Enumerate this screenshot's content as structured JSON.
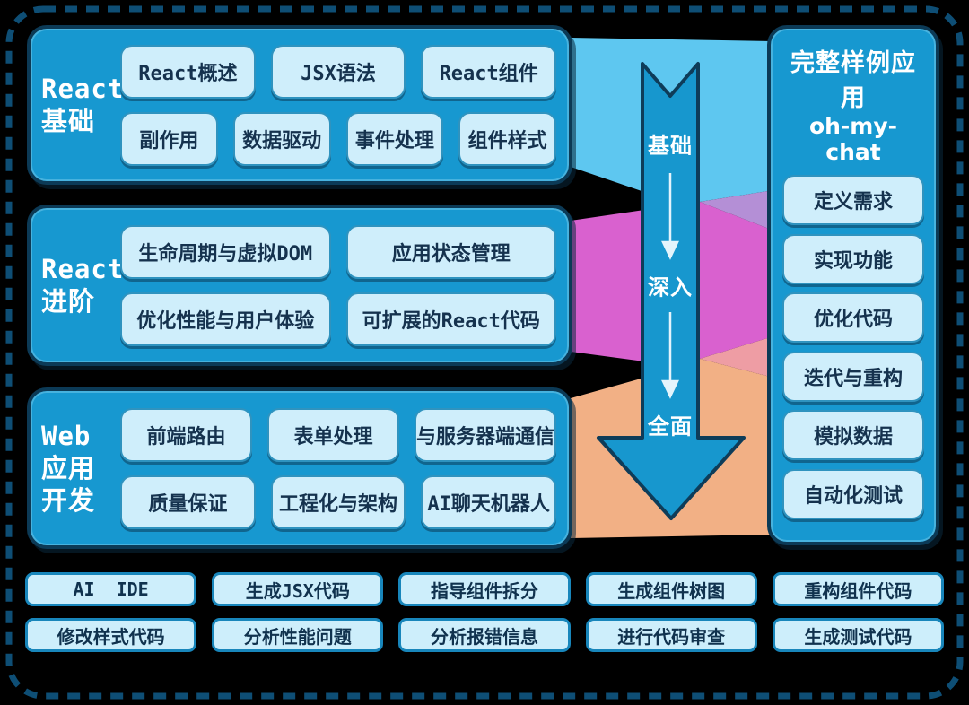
{
  "panels": [
    {
      "id": "react-basics",
      "label_lines": [
        "React",
        "基础"
      ],
      "chip_rows": [
        [
          "React概述",
          "JSX语法",
          "React组件"
        ],
        [
          "副作用",
          "数据驱动",
          "事件处理",
          "组件样式"
        ]
      ]
    },
    {
      "id": "react-advanced",
      "label_lines": [
        "React",
        "进阶"
      ],
      "chip_rows": [
        [
          "生命周期与虚拟DOM",
          "应用状态管理"
        ],
        [
          "优化性能与用户体验",
          "可扩展的React代码"
        ]
      ]
    },
    {
      "id": "web-app-dev",
      "label_lines": [
        "Web",
        "应用",
        "开发"
      ],
      "chip_rows": [
        [
          "前端路由",
          "表单处理",
          "与服务器端通信"
        ],
        [
          "质量保证",
          "工程化与架构",
          "AI聊天机器人"
        ]
      ]
    }
  ],
  "flow_arrow": {
    "stages": [
      "基础",
      "深入",
      "全面"
    ]
  },
  "right_panel": {
    "title_line1": "完整样例应用",
    "title_line2": "oh-my-chat",
    "chips": [
      "定义需求",
      "实现功能",
      "优化代码",
      "迭代与重构",
      "模拟数据",
      "自动化测试"
    ]
  },
  "bottom": {
    "items": [
      "AI  IDE",
      "生成JSX代码",
      "指导组件拆分",
      "生成组件树图",
      "重构组件代码",
      "修改样式代码",
      "分析性能问题",
      "分析报错信息",
      "进行代码审查",
      "生成测试代码"
    ]
  },
  "colors": {
    "background": "#000000",
    "dashed_border": "#0e4e75",
    "panel_fill": "#1798d0",
    "panel_border": "#0c3a56",
    "chip_fill": "#cfeefb",
    "chip_text": "#15324e",
    "band_light_blue": "#5ec7f0",
    "band_magenta": "#d961cf",
    "band_lavender": "#b48fd6",
    "band_orange": "#f2b085",
    "band_pink": "#ee9da4",
    "arrow_fill": "#1797ce",
    "arrow_stroke": "#0e3c59"
  }
}
